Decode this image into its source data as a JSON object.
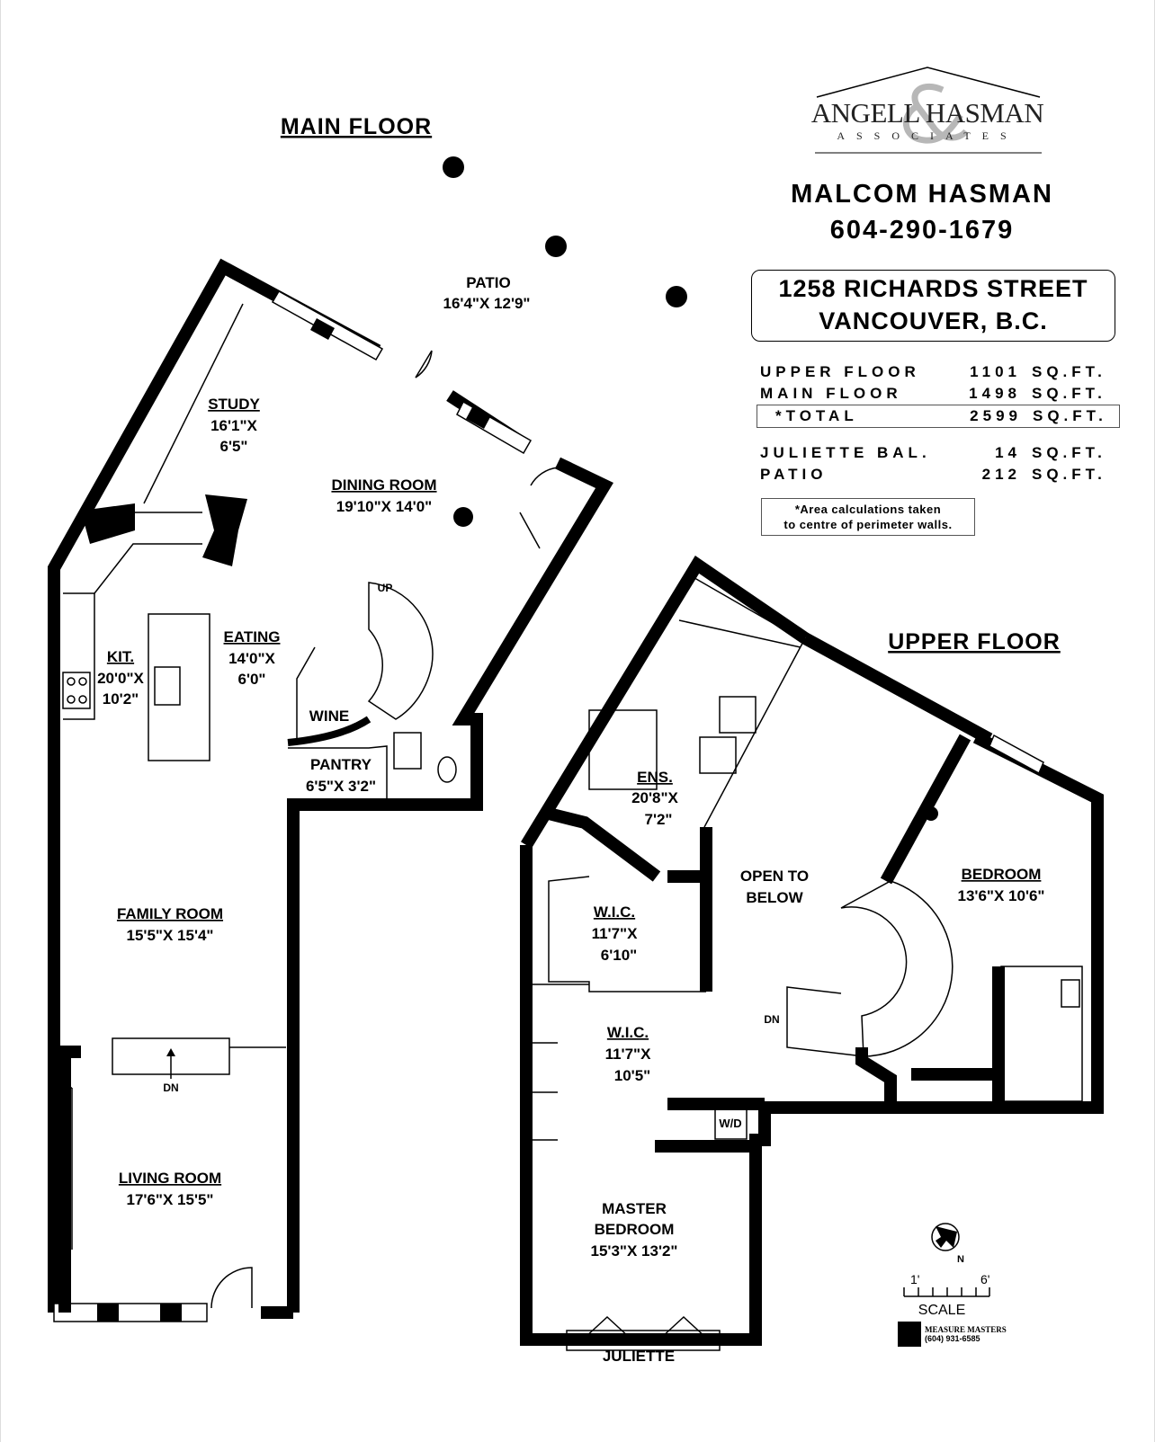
{
  "company_logo": {
    "name": "ANGELL HASMAN",
    "sub": "ASSOCIATES"
  },
  "agent": {
    "name": "MALCOM HASMAN",
    "phone": "604-290-1679"
  },
  "address": {
    "line1": "1258 RICHARDS STREET",
    "line2": "VANCOUVER, B.C."
  },
  "areas": [
    {
      "label": "UPPER FLOOR",
      "value": "1101",
      "unit": "SQ.FT."
    },
    {
      "label": "MAIN FLOOR",
      "value": "1498",
      "unit": "SQ.FT."
    },
    {
      "label": "*TOTAL",
      "value": "2599",
      "unit": "SQ.FT."
    },
    {
      "label": "JULIETTE BAL.",
      "value": "14",
      "unit": "SQ.FT."
    },
    {
      "label": "PATIO",
      "value": "212",
      "unit": "SQ.FT."
    }
  ],
  "note": {
    "line1": "*Area calculations taken",
    "line2": "to centre of perimeter walls."
  },
  "main_floor": {
    "title": "MAIN FLOOR",
    "rooms": [
      {
        "name": "PATIO",
        "dims": "16'4\"X 12'9\""
      },
      {
        "name": "STUDY",
        "dims1": "16'1\"X",
        "dims2": "6'5\""
      },
      {
        "name": "DINING ROOM",
        "dims": "19'10\"X 14'0\""
      },
      {
        "name": "EATING",
        "dims1": "14'0\"X",
        "dims2": "6'0\""
      },
      {
        "name": "KIT.",
        "dims1": "20'0\"X",
        "dims2": "10'2\""
      },
      {
        "name": "WINE"
      },
      {
        "name": "PANTRY",
        "dims": "6'5\"X 3'2\""
      },
      {
        "name": "FAMILY ROOM",
        "dims": "15'5\"X 15'4\""
      },
      {
        "name": "LIVING ROOM",
        "dims": "17'6\"X 15'5\""
      }
    ],
    "stair_up": "UP",
    "stair_dn": "DN"
  },
  "upper_floor": {
    "title": "UPPER FLOOR",
    "rooms": [
      {
        "name": "ENS.",
        "dims1": "20'8\"X",
        "dims2": "7'2\""
      },
      {
        "name": "OPEN TO",
        "name2": "BELOW"
      },
      {
        "name": "BEDROOM",
        "dims": "13'6\"X 10'6\""
      },
      {
        "name": "W.I.C.",
        "dims1": "11'7\"X",
        "dims2": "6'10\""
      },
      {
        "name": "W.I.C.",
        "dims1": "11'7\"X",
        "dims2": "10'5\""
      },
      {
        "name": "W/D"
      },
      {
        "name": "MASTER",
        "name2": "BEDROOM",
        "dims": "15'3\"X 13'2\""
      },
      {
        "name": "JULIETTE"
      }
    ],
    "stair_dn": "DN"
  },
  "compass": {
    "label": "N"
  },
  "scale": {
    "label": "SCALE",
    "start": "1'",
    "end": "6'"
  },
  "measure_masters": {
    "name": "MEASURE MASTERS",
    "phone": "(604) 931-6585"
  }
}
